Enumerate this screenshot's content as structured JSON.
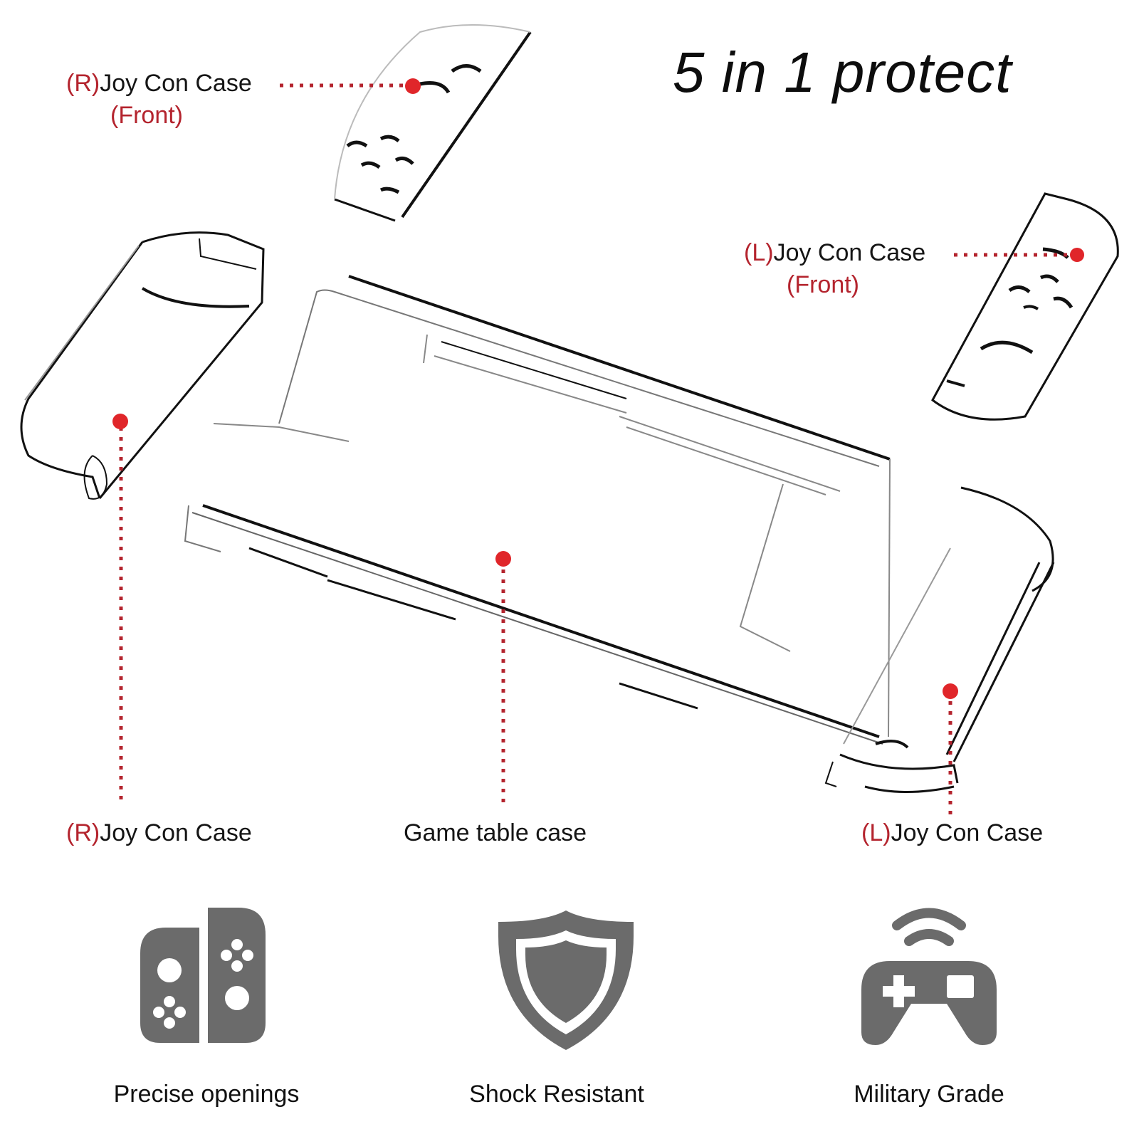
{
  "header": {
    "title": "5 in 1 protect"
  },
  "callouts": {
    "r_front": {
      "tag": "(R)",
      "label": "Joy Con Case",
      "sub": "(Front)"
    },
    "l_front": {
      "tag": "(L)",
      "label": "Joy Con Case",
      "sub": "(Front)"
    },
    "r_back": {
      "tag": "(R)",
      "label": "Joy Con Case"
    },
    "console": {
      "label": "Game table case"
    },
    "l_back": {
      "tag": "(L)",
      "label": "Joy Con Case"
    }
  },
  "features": [
    {
      "icon": "joy-con-controllers-icon",
      "label": "Precise openings"
    },
    {
      "icon": "shield-icon",
      "label": "Shock Resistant"
    },
    {
      "icon": "wireless-gamepad-icon",
      "label": "Military Grade"
    }
  ],
  "colors": {
    "accent_red": "#e0262a",
    "label_red": "#b4242e",
    "icon_gray": "#6b6b6b",
    "line_black": "#111111"
  }
}
